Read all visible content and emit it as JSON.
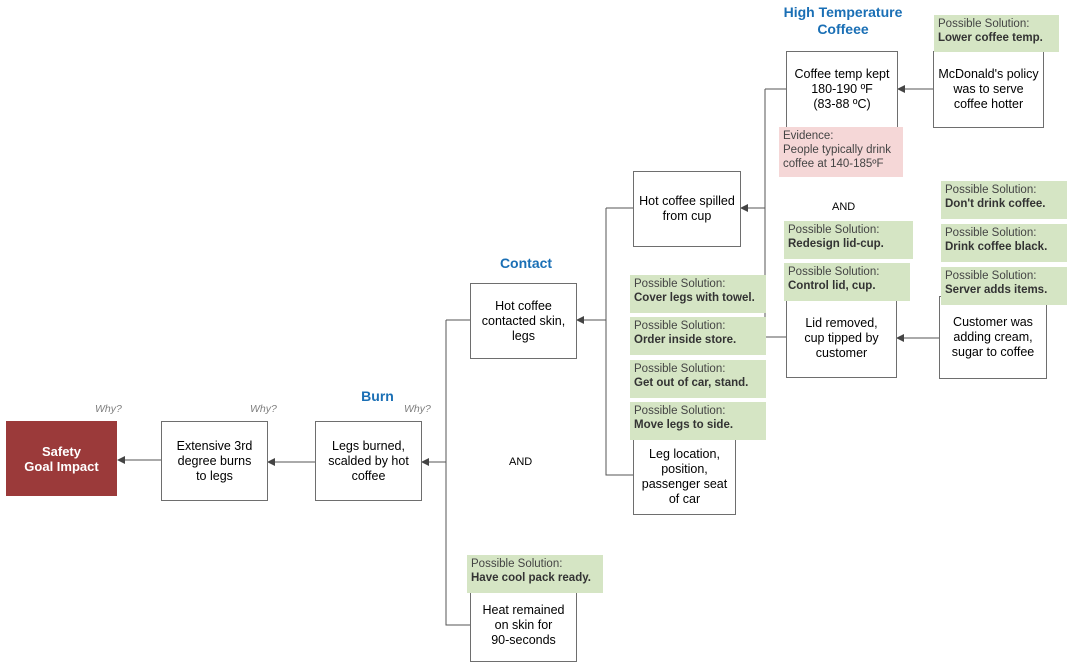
{
  "goal": {
    "label": "Safety\nGoal Impact",
    "color": "#9b3a3a"
  },
  "boxes": {
    "burns": "Extensive 3rd\ndegree burns\nto legs",
    "legs_burned": "Legs burned,\nscalded by hot\ncoffee",
    "contacted": "Hot coffee\ncontacted skin,\nlegs",
    "heat_remained": "Heat remained\non skin for\n90-seconds",
    "spilled": "Hot coffee spilled\nfrom cup",
    "leg_location": "Leg location,\nposition,\npassenger seat\nof car",
    "coffee_temp": "Coffee temp kept\n180-190 ºF\n(83-88 ºC)",
    "mcdonalds": "McDonald's policy\nwas to serve\ncoffee hotter",
    "lid_removed": "Lid removed,\ncup tipped by\ncustomer",
    "customer": "Customer was\nadding cream,\nsugar to coffee"
  },
  "why_label": "Why?",
  "categories": {
    "burn": "Burn",
    "contact": "Contact",
    "high_temp": "High Temperature\nCoffeee"
  },
  "and_label": "AND",
  "solution_header": "Possible Solution:",
  "solutions": {
    "lower_temp": "Lower coffee temp.",
    "dont_drink": "Don't drink coffee.",
    "redesign": "Redesign lid-cup.",
    "drink_black": "Drink coffee black.",
    "control_lid": "Control lid, cup.",
    "server_adds": "Server adds items.",
    "cover_legs": "Cover legs with towel.",
    "order_inside": "Order inside store.",
    "get_out": "Get out of car, stand.",
    "move_legs": "Move legs to side.",
    "cool_pack": "Have cool pack ready."
  },
  "evidence": {
    "header": "Evidence:",
    "text": "People typically drink\ncoffee at 140-185ºF"
  },
  "colors": {
    "goal": "#9b3a3a",
    "solution_bg": "#d5e5c4",
    "evidence_bg": "#f5d7d7",
    "category_text": "#1a6fb5"
  }
}
